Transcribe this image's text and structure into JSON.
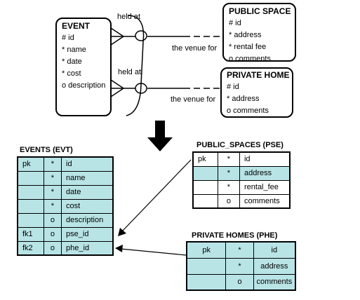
{
  "er_diagram": {
    "event": {
      "title": "EVENT",
      "attributes": [
        "# id",
        "* name",
        "* date",
        "* cost",
        "o description"
      ]
    },
    "public_space": {
      "title": "PUBLIC SPACE",
      "attributes": [
        "# id",
        "* address",
        "* rental fee",
        "o comments"
      ]
    },
    "private_home": {
      "title": "PRIVATE HOME",
      "attributes": [
        "# id",
        "* address",
        "o comments"
      ]
    },
    "relationships": {
      "held_at_top": "held at",
      "venue_for_top": "the venue for",
      "held_at_bottom": "held at",
      "venue_for_bottom": "the venue for"
    }
  },
  "tables": {
    "events": {
      "caption": "EVENTS (EVT)",
      "rows": [
        {
          "key": "pk",
          "opt": "*",
          "col": "id",
          "style": "cyan"
        },
        {
          "key": "",
          "opt": "*",
          "col": "name",
          "style": "cyan"
        },
        {
          "key": "",
          "opt": "*",
          "col": "date",
          "style": "cyan"
        },
        {
          "key": "",
          "opt": "*",
          "col": "cost",
          "style": "cyan"
        },
        {
          "key": "",
          "opt": "o",
          "col": "description",
          "style": "cyan"
        },
        {
          "key": "fk1",
          "opt": "o",
          "col": "pse_id",
          "style": "cyan"
        },
        {
          "key": "fk2",
          "opt": "o",
          "col": "phe_id",
          "style": "cyan"
        }
      ]
    },
    "public_spaces": {
      "caption": "PUBLIC_SPACES (PSE)",
      "rows": [
        {
          "key": "pk",
          "opt": "*",
          "col": "id",
          "style": "white"
        },
        {
          "key": "",
          "opt": "*",
          "col": "address",
          "style": "cyan"
        },
        {
          "key": "",
          "opt": "*",
          "col": "rental_fee",
          "style": "white"
        },
        {
          "key": "",
          "opt": "o",
          "col": "comments",
          "style": "white"
        }
      ]
    },
    "private_homes": {
      "caption": "PRIVATE HOMES (PHE)",
      "rows": [
        {
          "key": "pk",
          "opt": "*",
          "col": "id",
          "style": "cyan"
        },
        {
          "key": "",
          "opt": "*",
          "col": "address",
          "style": "cyan"
        },
        {
          "key": "",
          "opt": "o",
          "col": "comments",
          "style": "cyan"
        }
      ]
    }
  }
}
